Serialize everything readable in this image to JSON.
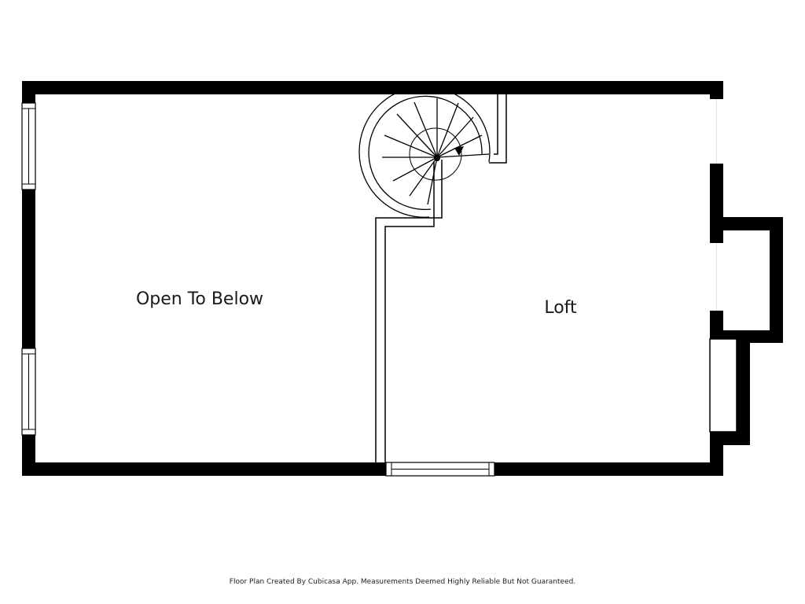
{
  "rooms": {
    "open_to_below": "Open To Below",
    "loft": "Loft"
  },
  "footer": {
    "note": "Floor Plan Created By Cubicasa App. Measurements Deemed Highly Reliable But Not Guaranteed."
  },
  "colors": {
    "wall": "#000000",
    "background": "#ffffff",
    "line": "#000000"
  },
  "icons": {
    "stairs": "spiral-staircase-icon",
    "direction": "arrow-icon"
  }
}
